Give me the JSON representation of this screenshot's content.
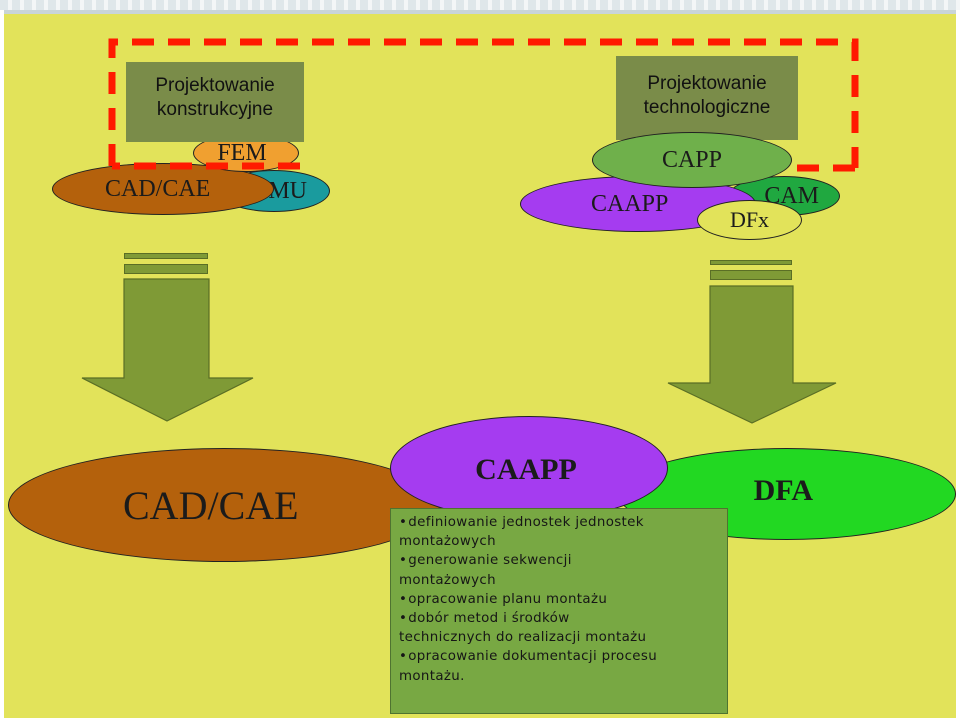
{
  "top_left_box": {
    "line1": "Projektowanie",
    "line2": "konstrukcyjne"
  },
  "top_right_box": {
    "line1": "Projektowanie",
    "line2": "technologiczne"
  },
  "top_left_ellipses": {
    "fem": "FEM",
    "cad_cae": "CAD/CAE",
    "dmu": "DMU"
  },
  "top_right_ellipses": {
    "capp": "CAPP",
    "caapp": "CAAPP",
    "cam": "CAM",
    "dfx": "DFx"
  },
  "bottom_ellipses": {
    "cad_cae": "CAD/CAE",
    "caapp": "CAAPP",
    "dfa": "DFA"
  },
  "bullet_lines": [
    {
      "text": "definiowanie jednostek  jednostek",
      "bullet": true
    },
    {
      "text": "montażowych",
      "bullet": false
    },
    {
      "text": "generowanie sekwencji",
      "bullet": true
    },
    {
      "text": "montażowych",
      "bullet": false
    },
    {
      "text": "opracowanie planu montażu",
      "bullet": true
    },
    {
      "text": "dobór metod i środków",
      "bullet": true
    },
    {
      "text": "technicznych do realizacji montażu",
      "bullet": false
    },
    {
      "text": "opracowanie dokumentacji procesu",
      "bullet": true
    },
    {
      "text": "montażu.",
      "bullet": false
    }
  ],
  "colors": {
    "background": "#e2e35a",
    "grey_box": "#7a8c49",
    "orange_ellipse": "#f0a030",
    "brown_ellipse": "#b4610c",
    "teal_ellipse": "#1a9b9e",
    "purple_ellipse": "#a53cf0",
    "green_ellipse": "#6fb04b",
    "bright_green_ellipse": "#22d822",
    "dashed_frame": "#ff1a00",
    "arrow": "#7f9a36"
  }
}
